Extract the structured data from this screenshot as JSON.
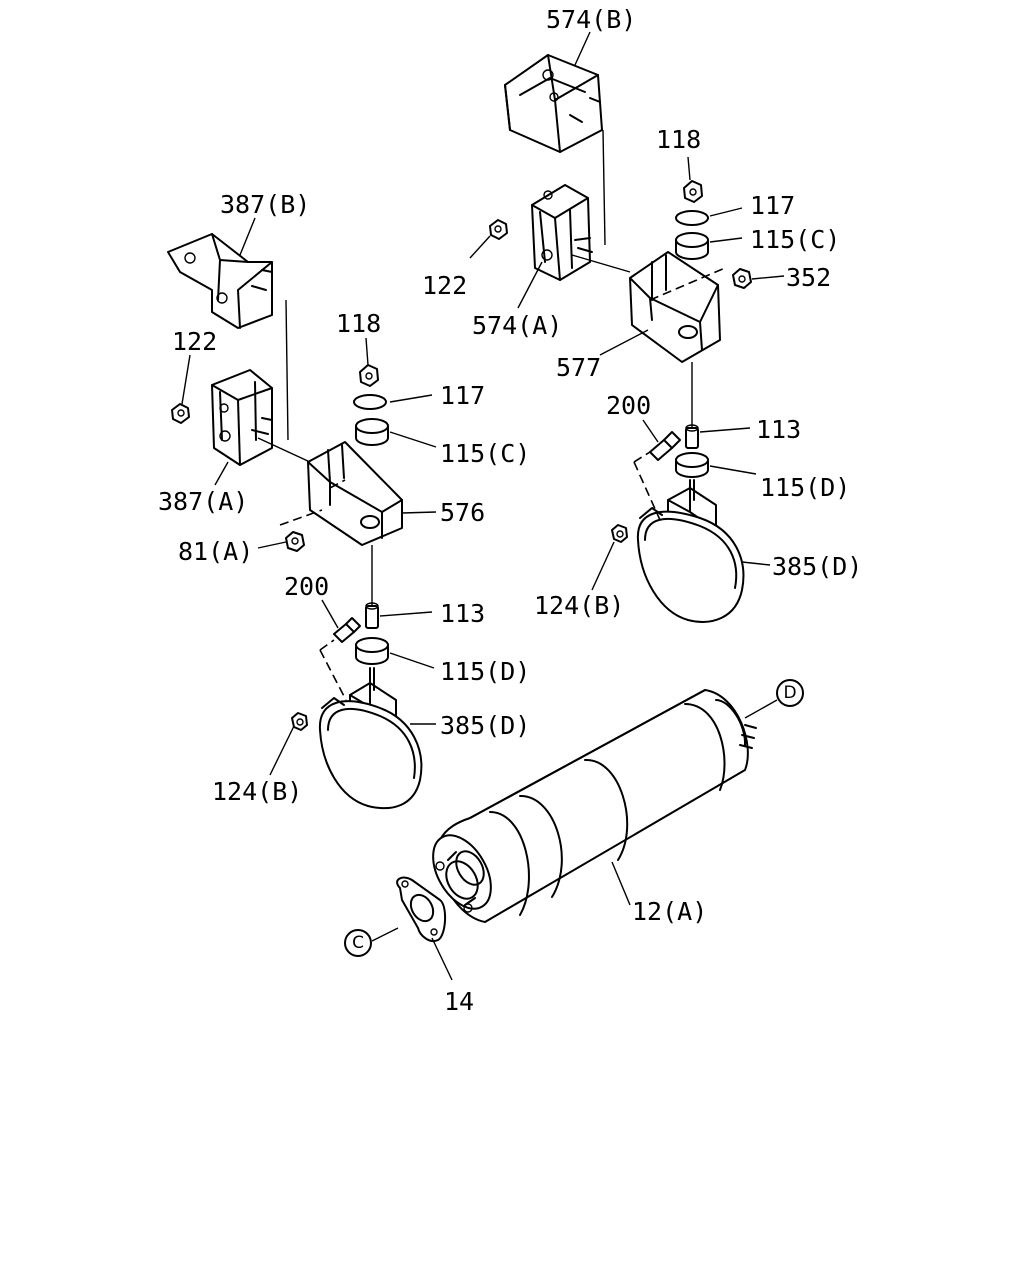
{
  "labels": {
    "p574b": "574(B)",
    "p118_r": "118",
    "p117_r": "117",
    "p115c_r": "115(C)",
    "p122_r": "122",
    "p352": "352",
    "p574a": "574(A)",
    "p577": "577",
    "p200_r": "200",
    "p113_r": "113",
    "p115d_r": "115(D)",
    "p385d_r": "385(D)",
    "p124b_r": "124(B)",
    "p387b": "387(B)",
    "p122_l": "122",
    "p118_l": "118",
    "p117_l": "117",
    "p115c_l": "115(C)",
    "p387a": "387(A)",
    "p576": "576",
    "p81a": "81(A)",
    "p200_l": "200",
    "p113_l": "113",
    "p115d_l": "115(D)",
    "p385d_l": "385(D)",
    "p124b_l": "124(B)",
    "p12a": "12(A)",
    "p14": "14"
  },
  "connectors": {
    "c": "C",
    "d": "D"
  }
}
